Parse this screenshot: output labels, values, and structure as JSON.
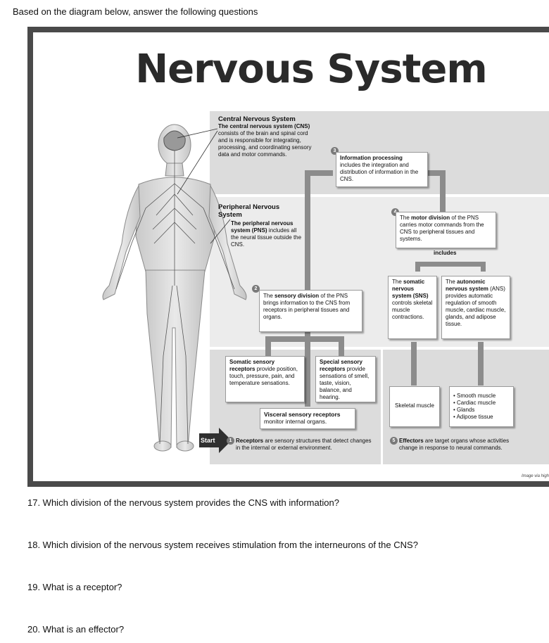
{
  "intro": "Based on the diagram below, answer the following questions",
  "figure": {
    "title": "Nervous System",
    "credit": "Image via high",
    "cns": {
      "heading": "Central Nervous System",
      "text_bold": "The central nervous system (CNS)",
      "text_rest": " consists of the brain and spinal cord and is responsible for integrating, processing, and coordinating sensory data and motor commands."
    },
    "pns": {
      "heading": "Peripheral Nervous System",
      "text_bold": "The peripheral nervous system (PNS)",
      "text_rest": " includes all the neural tissue outside the CNS."
    },
    "step3": {
      "number": "3",
      "bold": "Information processing",
      "rest": " includes the integration and distribution of information in the CNS."
    },
    "step4": {
      "number": "4",
      "pre": "The ",
      "bold": "motor division",
      "rest": " of the PNS carries motor commands from the CNS to peripheral tissues and systems."
    },
    "includes": "includes",
    "step2": {
      "number": "2",
      "pre": "The ",
      "bold": "sensory division",
      "rest": " of the PNS brings information to the CNS from receptors in peripheral tissues and organs."
    },
    "sns": {
      "pre": "The ",
      "bold": "somatic nervous system (SNS)",
      "rest": " controls skeletal muscle contractions."
    },
    "ans": {
      "pre": "The ",
      "bold": "autonomic nervous system",
      "rest": " (ANS) provides automatic regulation of smooth muscle, cardiac muscle, glands, and adipose tissue."
    },
    "somatic_receptors": {
      "bold": "Somatic sensory receptors",
      "rest": " provide position, touch, pressure, pain, and temperature sensations."
    },
    "special_receptors": {
      "bold": "Special sensory receptors",
      "rest": " provide sensations of smell, taste, vision, balance, and hearing."
    },
    "visceral_receptors": {
      "bold": "Visceral sensory receptors",
      "rest": " monitor internal organs."
    },
    "skeletal_muscle": "Skeletal muscle",
    "targets": [
      "Smooth muscle",
      "Cardiac muscle",
      "Glands",
      "Adipose tissue"
    ],
    "start": "Start",
    "step1": {
      "number": "1",
      "bold": "Receptors",
      "rest": " are sensory structures that detect changes in the internal or external environment."
    },
    "step5": {
      "number": "5",
      "bold": "Effectors",
      "rest": " are target organs whose activities change in response to neural commands."
    }
  },
  "questions": [
    "17. Which division of the nervous system provides the CNS with information?",
    "18. Which division of the nervous system receives stimulation from the interneurons of the CNS?",
    "19. What is a receptor?",
    "20. What is an effector?"
  ]
}
